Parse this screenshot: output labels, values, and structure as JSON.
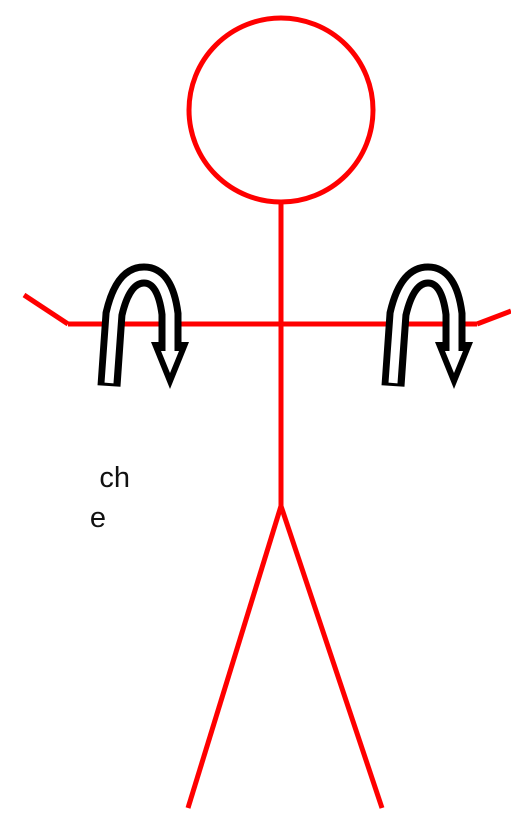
{
  "figure": {
    "stroke_color": "#ff0000",
    "parts": [
      "head",
      "torso",
      "shoulder-line",
      "left-forearm",
      "right-forearm",
      "left-leg",
      "right-leg"
    ]
  },
  "rotation_arrows": {
    "outline_color": "#000000",
    "fill_color": "#ffffff",
    "icon": "clockwise-rotation-arrow",
    "count": 2
  },
  "caption": {
    "lines": [
      "ch",
      "e"
    ]
  }
}
